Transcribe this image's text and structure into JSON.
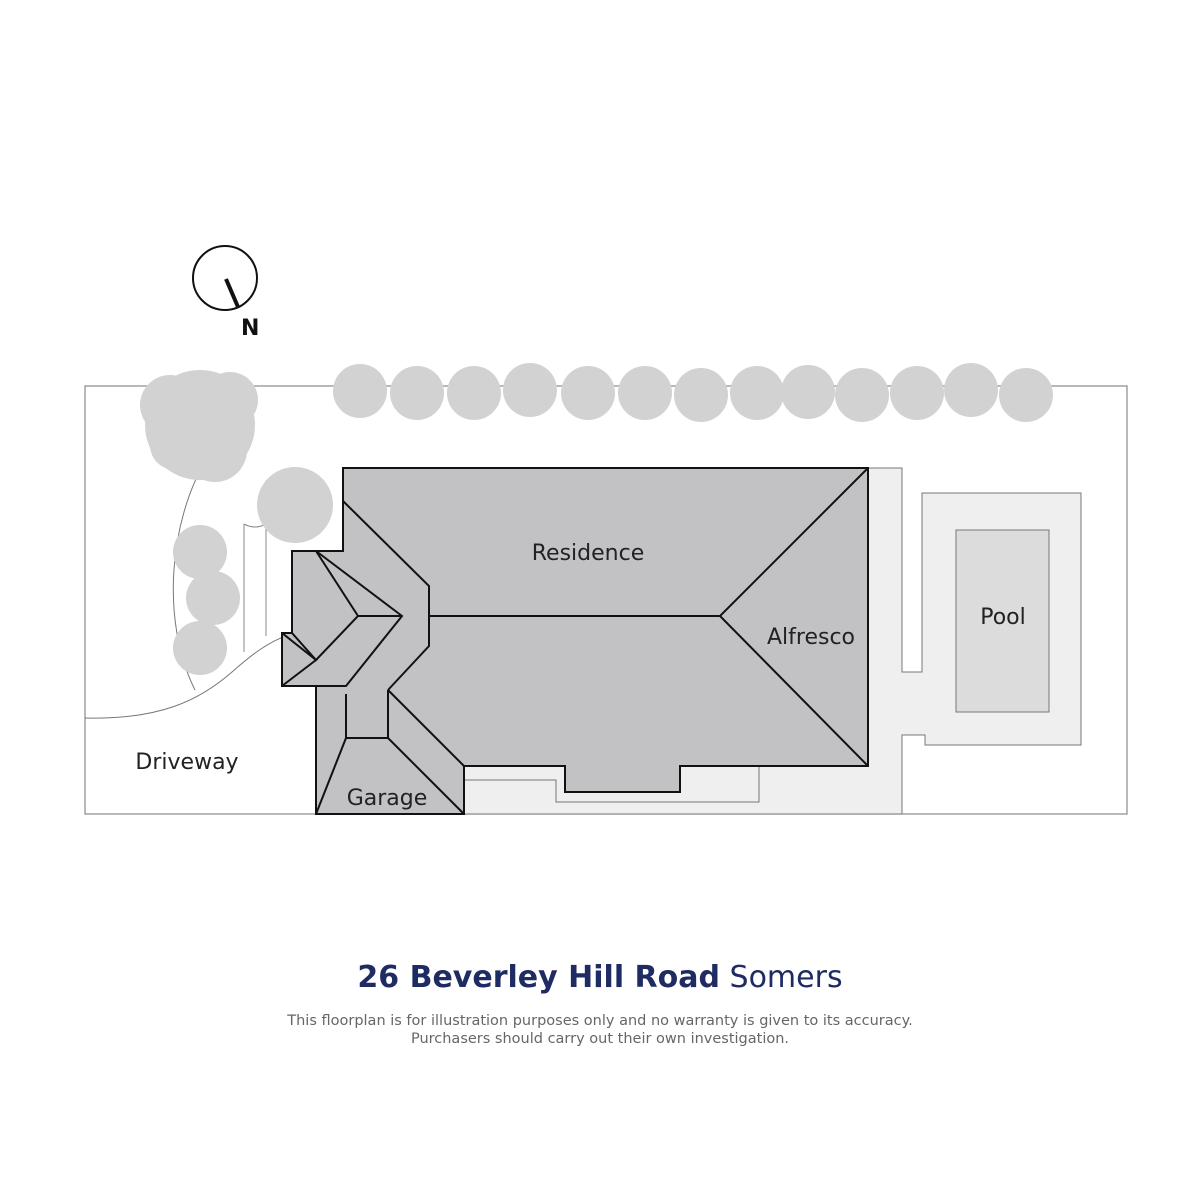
{
  "colors": {
    "roof_fill": "#c2c2c4",
    "paving_fill": "#efeff0",
    "pool_water_fill": "#dcdcdc",
    "tree_fill": "#d2d2d2",
    "outline": "#111111",
    "boundary": "#8a8a8a",
    "address_color": "#1f2b63",
    "disclaimer_color": "#666666"
  },
  "compass": {
    "north_label": "N",
    "icon": "north-arrow-icon"
  },
  "labels": {
    "residence": "Residence",
    "alfresco": "Alfresco",
    "pool": "Pool",
    "driveway": "Driveway",
    "garage": "Garage"
  },
  "address": {
    "street": "26 Beverley Hill Road",
    "suburb": "Somers"
  },
  "disclaimer": {
    "line1": "This floorplan is for illustration purposes only and no warranty is given to its accuracy.",
    "line2": "Purchasers should carry out their own investigation."
  }
}
